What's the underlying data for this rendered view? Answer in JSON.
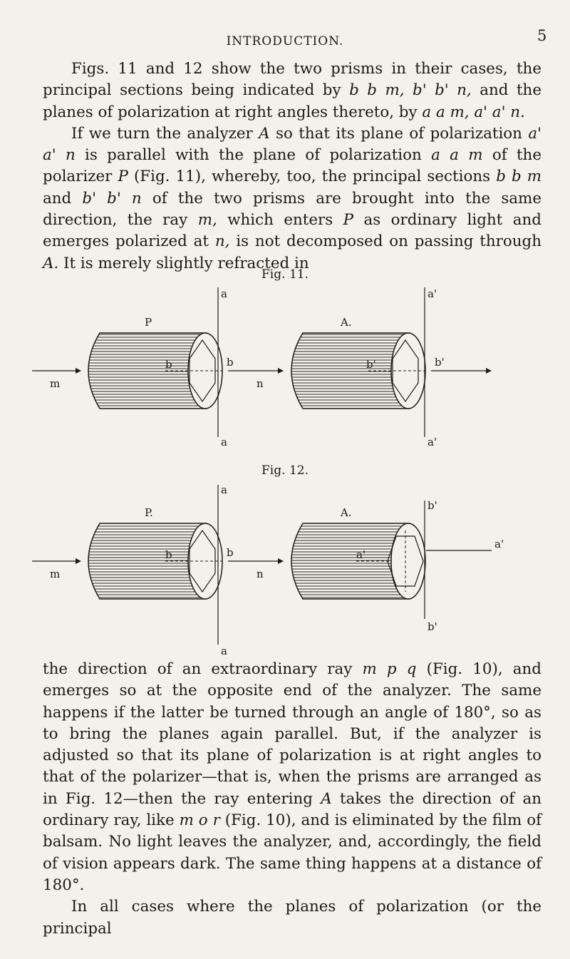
{
  "header": {
    "running_head": "INTRODUCTION.",
    "page_number": "5"
  },
  "paragraphs_top": [
    [
      "Figs. 11 and 12 show the two prisms in their cases, the principal sections being indicated by ",
      "b b m, b' b' n,",
      " and the planes of polarization at right angles thereto, by ",
      "a a m, a' a' n."
    ],
    [
      "If we turn the analyzer ",
      "A",
      " so that its plane of polarization ",
      "a' a' n",
      " is parallel with the plane of polarization ",
      "a a m",
      " of the polarizer ",
      "P",
      " (Fig. 11), whereby, too, the principal sections ",
      "b b m",
      " and ",
      "b' b' n",
      " of the two prisms are brought into the same direction, the ray ",
      "m,",
      " which enters ",
      "P",
      " as ordinary light and emerges polarized at ",
      "n,",
      " is not decomposed on passing through ",
      "A.",
      " It is merely slightly refracted in"
    ]
  ],
  "figures": [
    {
      "caption": "Fig. 11.",
      "labels": {
        "ray_in": "m",
        "ray_mid": "n",
        "polarizer": "P",
        "analyzer": "A.",
        "pol_top": "a",
        "pol_bottom": "a",
        "pol_section_left": "b",
        "pol_section_right": "b",
        "ana_top": "a'",
        "ana_bottom": "a'",
        "ana_section_left": "b'",
        "ana_section_right": "b'"
      }
    },
    {
      "caption": "Fig. 12.",
      "labels": {
        "ray_in": "m",
        "ray_mid": "n",
        "polarizer": "P.",
        "analyzer": "A.",
        "pol_top": "a",
        "pol_bottom": "a",
        "pol_section_left": "b",
        "pol_section_right": "b",
        "ana_top": "b'",
        "ana_bottom": "b'",
        "ana_section_left": "a'",
        "ana_section_right": "a'"
      }
    }
  ],
  "paragraphs_bottom": [
    [
      "the direction of an extraordinary ray ",
      "m p q",
      " (Fig. 10), and emerges so at the opposite end of the analyzer. The same happens if the latter be turned through an angle of 180°, so as to bring the planes again parallel. But, if the analyzer is adjusted so that its plane of polarization is at right angles to that of the polarizer—that is, when the prisms are arranged as in Fig. 12—then the ray entering ",
      "A",
      " takes the direction of an ordinary ray, like ",
      "m o r",
      " (Fig. 10), and is eliminated by the film of balsam. No light leaves the analyzer, and, accordingly, the field of vision appears dark. The same thing happens at a distance of 180°."
    ],
    [
      "In all cases where the planes of polarization (or the principal"
    ]
  ]
}
